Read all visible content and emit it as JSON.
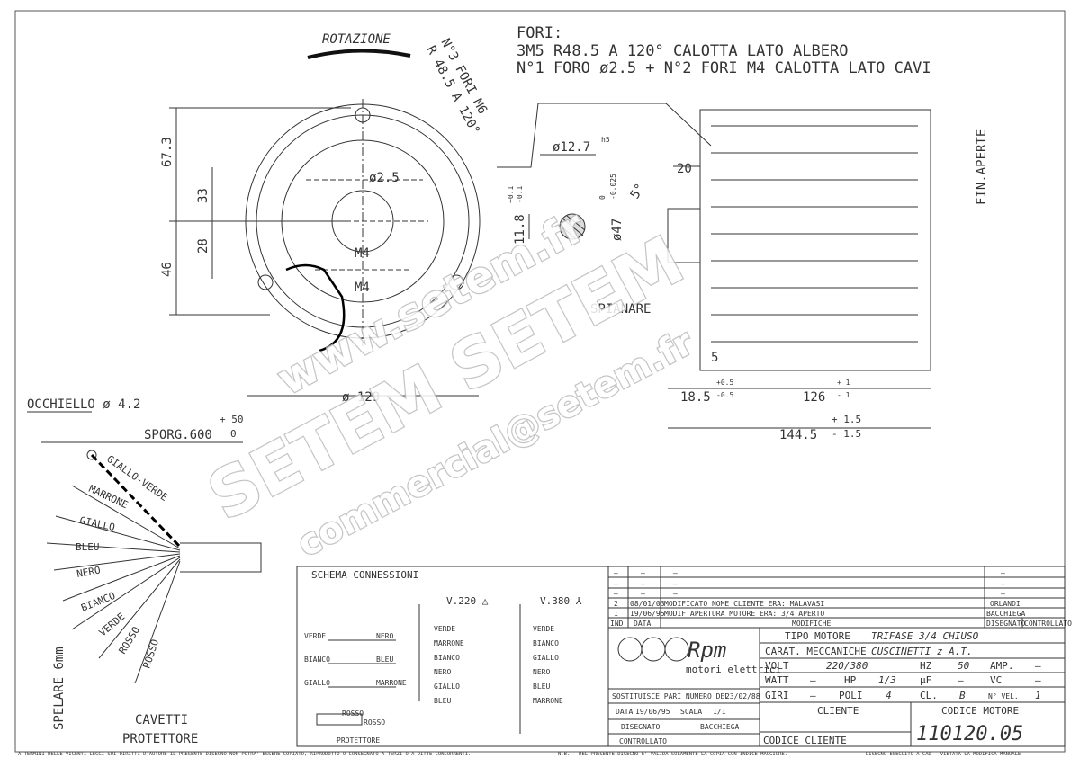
{
  "notes": {
    "rotation": "ROTAZIONE",
    "holes_title": "FORI:",
    "holes_line1": "3M5 R48.5 A 120° CALOTTA LATO ALBERO",
    "holes_line2": "N°1 FORO ø2.5 + N°2 FORI M4 CALOTTA LATO CAVI",
    "m6_note1": "N°3 FORI M6",
    "m6_note2": "R 48.5 A 120°",
    "fin_note": "FIN.APERTE"
  },
  "front_view": {
    "dim_673": "67.3",
    "dim_33": "33",
    "dim_28": "28",
    "dim_46": "46",
    "dim_25": "ø2.5",
    "label_m4_a": "M4",
    "label_m4_b": "M4",
    "dim_129": "ø 129"
  },
  "shaft_detail": {
    "dim_127": "ø12.7",
    "tol_h5": "h5",
    "dim_118": "11.8",
    "tol_118_up": "+0.1",
    "tol_118_dn": "-0.1",
    "dim_47": "ø47",
    "tol_47_up": "0",
    "tol_47_dn": "-0.025"
  },
  "side_view": {
    "dim_20": "20",
    "dim_5deg": "5°",
    "spianare": "SPIANARE",
    "dim_5": "5",
    "dim_185": "18.5",
    "tol_185_up": "+0.5",
    "tol_185_dn": "-0.5",
    "dim_126": "126",
    "tol_126_up": "+ 1",
    "tol_126_dn": "- 1",
    "dim_1445": "144.5",
    "tol_1445_up": "+ 1.5",
    "tol_1445_dn": "- 1.5"
  },
  "cable": {
    "eyelet": "OCCHIELLO ø 4.2",
    "sporg": "SPORG.600",
    "sporg_up": "+ 50",
    "sporg_dn": "0",
    "wires": [
      "GIALLO-VERDE",
      "MARRONE",
      "GIALLO",
      "BLEU",
      "NERO",
      "BIANCO",
      "VERDE",
      "ROSSO",
      "ROSSO"
    ],
    "strip": "SPELARE 6mm",
    "sleeve_1": "CAVETTI",
    "sleeve_2": "PROTETTORE"
  },
  "schema": {
    "title": "SCHEMA CONNESSIONI",
    "left": {
      "verde": "VERDE",
      "nero": "NERO",
      "bianco": "BIANCO",
      "bleu": "BLEU",
      "giallo": "GIALLO",
      "marrone": "MARRONE"
    },
    "protector_labels": [
      "ROSSO",
      "ROSSO"
    ],
    "protector": "PROTETTORE",
    "v220": "V.220 △",
    "v220_list": [
      "VERDE",
      "MARRONE",
      "BIANCO",
      "NERO",
      "GIALLO",
      "BLEU"
    ],
    "v380": "V.380 ⅄",
    "v380_list": [
      "VERDE",
      "BIANCO",
      "GIALLO",
      "NERO",
      "BLEU",
      "MARRONE"
    ]
  },
  "revisions": {
    "rows": [
      {
        "ind": "–",
        "date": "–",
        "desc": "–",
        "sign": "–"
      },
      {
        "ind": "–",
        "date": "–",
        "desc": "–",
        "sign": "–"
      },
      {
        "ind": "–",
        "date": "–",
        "desc": "–",
        "sign": "–"
      },
      {
        "ind": "2",
        "date": "08/01/03",
        "desc": "MODIFICATO NOME CLIENTE ERA: MALAVASI",
        "sign": "ORLANDI"
      },
      {
        "ind": "1",
        "date": "19/06/95",
        "desc": "MODIF.APERTURA MOTORE ERA: 3/4 APERTO",
        "sign": "BACCHIEGA"
      }
    ],
    "hdr_ind": "IND",
    "hdr_date": "DATA",
    "hdr_mods": "MODIFICHE",
    "hdr_designer": "DISEGNATO",
    "hdr_checker": "CONTROLLATO"
  },
  "title_block": {
    "brand": "Rpm",
    "brand_sub": "motori elettrici",
    "motor_type_label": "TIPO MOTORE",
    "motor_type": "TRIFASE 3/4 CHIUSO",
    "mech_label": "CARAT. MECCANICHE",
    "mech": "CUSCINETTI z A.T.",
    "volt_label": "VOLT",
    "volt": "220/380",
    "hz_label": "HZ",
    "hz": "50",
    "amp_label": "AMP.",
    "amp": "—",
    "watt_label": "WATT",
    "watt": "—",
    "hp_label": "HP",
    "hp": "1/3",
    "uf_label": "μF",
    "uf": "—",
    "vc_label": "VC",
    "vc": "—",
    "giri_label": "GIRI",
    "giri": "—",
    "poli_label": "POLI",
    "poli": "4",
    "cl_label": "CL.",
    "cl": "B",
    "nvel_label": "N° VEL.",
    "nvel": "1",
    "replaces_label": "SOSTITUISCE PARI NUMERO DEL",
    "replaces_date": "23/02/88",
    "date_label": "DATA",
    "date": "19/06/95",
    "scale_label": "SCALA",
    "scale": "1/1",
    "drawn_label": "DISEGNATO",
    "drawn": "BACCHIEGA",
    "checked_label": "CONTROLLATO",
    "client_label": "CLIENTE",
    "client_code_label": "CODICE CLIENTE",
    "motor_code_label": "CODICE MOTORE",
    "motor_code": "110120.05"
  },
  "footer": {
    "left": "A TERMINI DELLE VIGENTI LEGGI SUI DIRITTI D'AUTORE IL PRESENTE DISEGNO NON POTRA' ESSERE COPIATO, RIPRODOTTO O CONSEGNATO A TERZI O A DITTE CONCORRENTI.",
    "mid": "N.B. - DEL PRESENTE DISEGNO E' VALIDA SOLAMENTE LA COPIA CON INDICE MAGGIORE.",
    "right": "DISEGNO ESEGUITO A CAD - VIETATA LA MODIFICA MANUALE"
  },
  "watermark": {
    "w1": "www.setem.fr",
    "w2": "SETEM SETEM",
    "w3": "commercial@setem.fr"
  }
}
